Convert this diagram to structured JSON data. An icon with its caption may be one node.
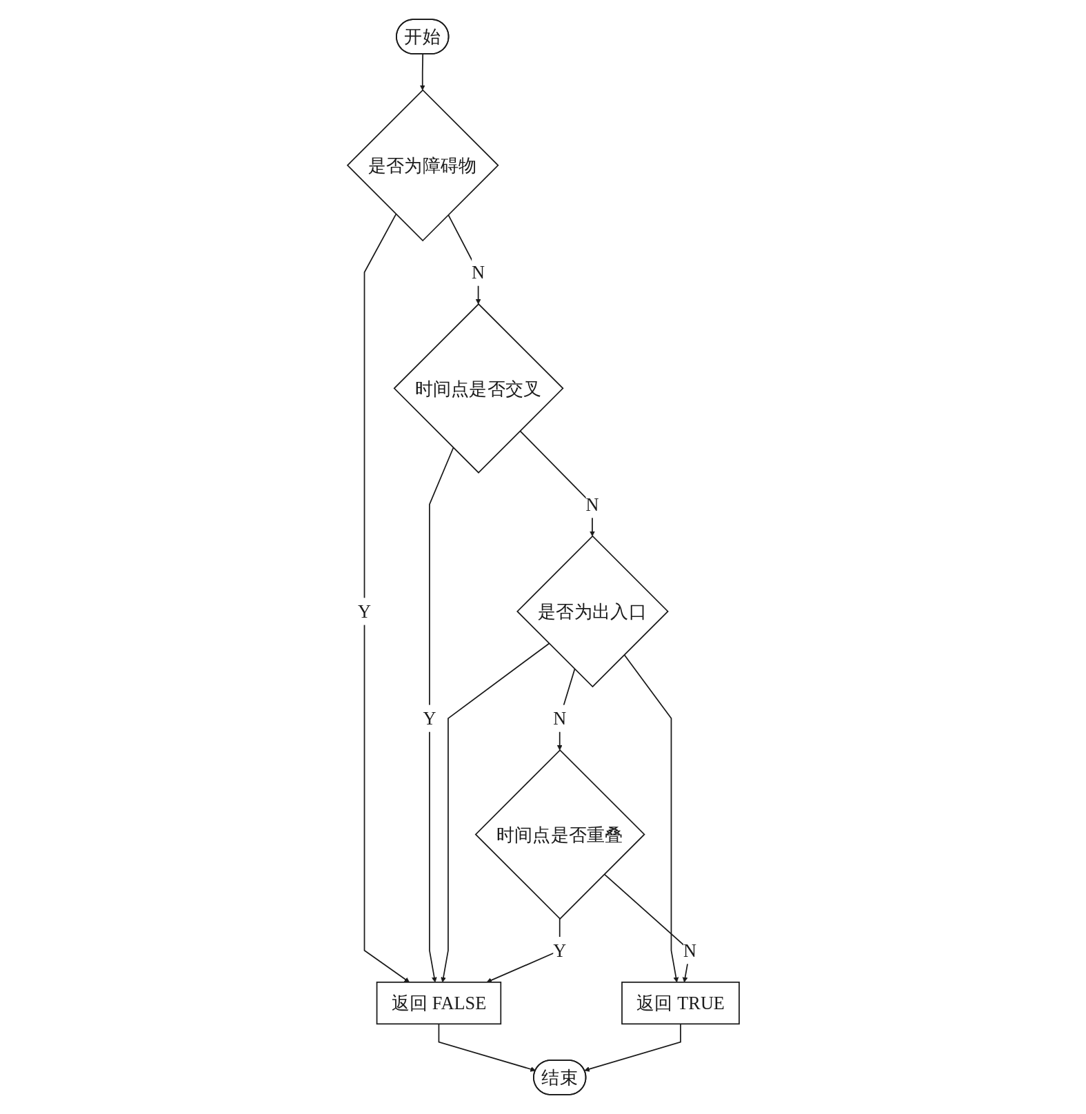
{
  "diagram": {
    "nodes": [
      {
        "text": [
          "开始"
        ]
      },
      {
        "text": [
          "是否为障碍物"
        ]
      },
      {
        "text": [
          "时间点是否交叉"
        ]
      },
      {
        "text": [
          "是否为出入口"
        ]
      },
      {
        "text": [
          "时间点是否重叠"
        ]
      },
      {
        "text": [
          "返回 FALSE"
        ]
      },
      {
        "text": [
          "返回 TRUE"
        ]
      },
      {
        "text": [
          "结束"
        ]
      }
    ],
    "edges": [
      {
        "from": 0,
        "to": 1,
        "arrow": "to"
      },
      {
        "from": 1,
        "to": 2,
        "arrow": "to",
        "label": "N"
      },
      {
        "from": 1,
        "to": 5,
        "arrow": "to",
        "label": "Y"
      },
      {
        "from": 2,
        "to": 3,
        "arrow": "to",
        "label": "N"
      },
      {
        "from": 2,
        "to": 5,
        "arrow": "to",
        "label": "Y"
      },
      {
        "from": 3,
        "to": 4,
        "arrow": "to",
        "label": "N"
      },
      {
        "from": 3,
        "to": 5,
        "arrow": "to"
      },
      {
        "from": 3,
        "to": 6,
        "arrow": "to"
      },
      {
        "from": 4,
        "to": 6,
        "arrow": "to",
        "label": "N"
      },
      {
        "from": 4,
        "to": 5,
        "arrow": "to",
        "label": "Y"
      },
      {
        "from": 5,
        "to": 7,
        "arrow": "to"
      },
      {
        "from": 6,
        "to": 7,
        "arrow": "to"
      }
    ]
  }
}
